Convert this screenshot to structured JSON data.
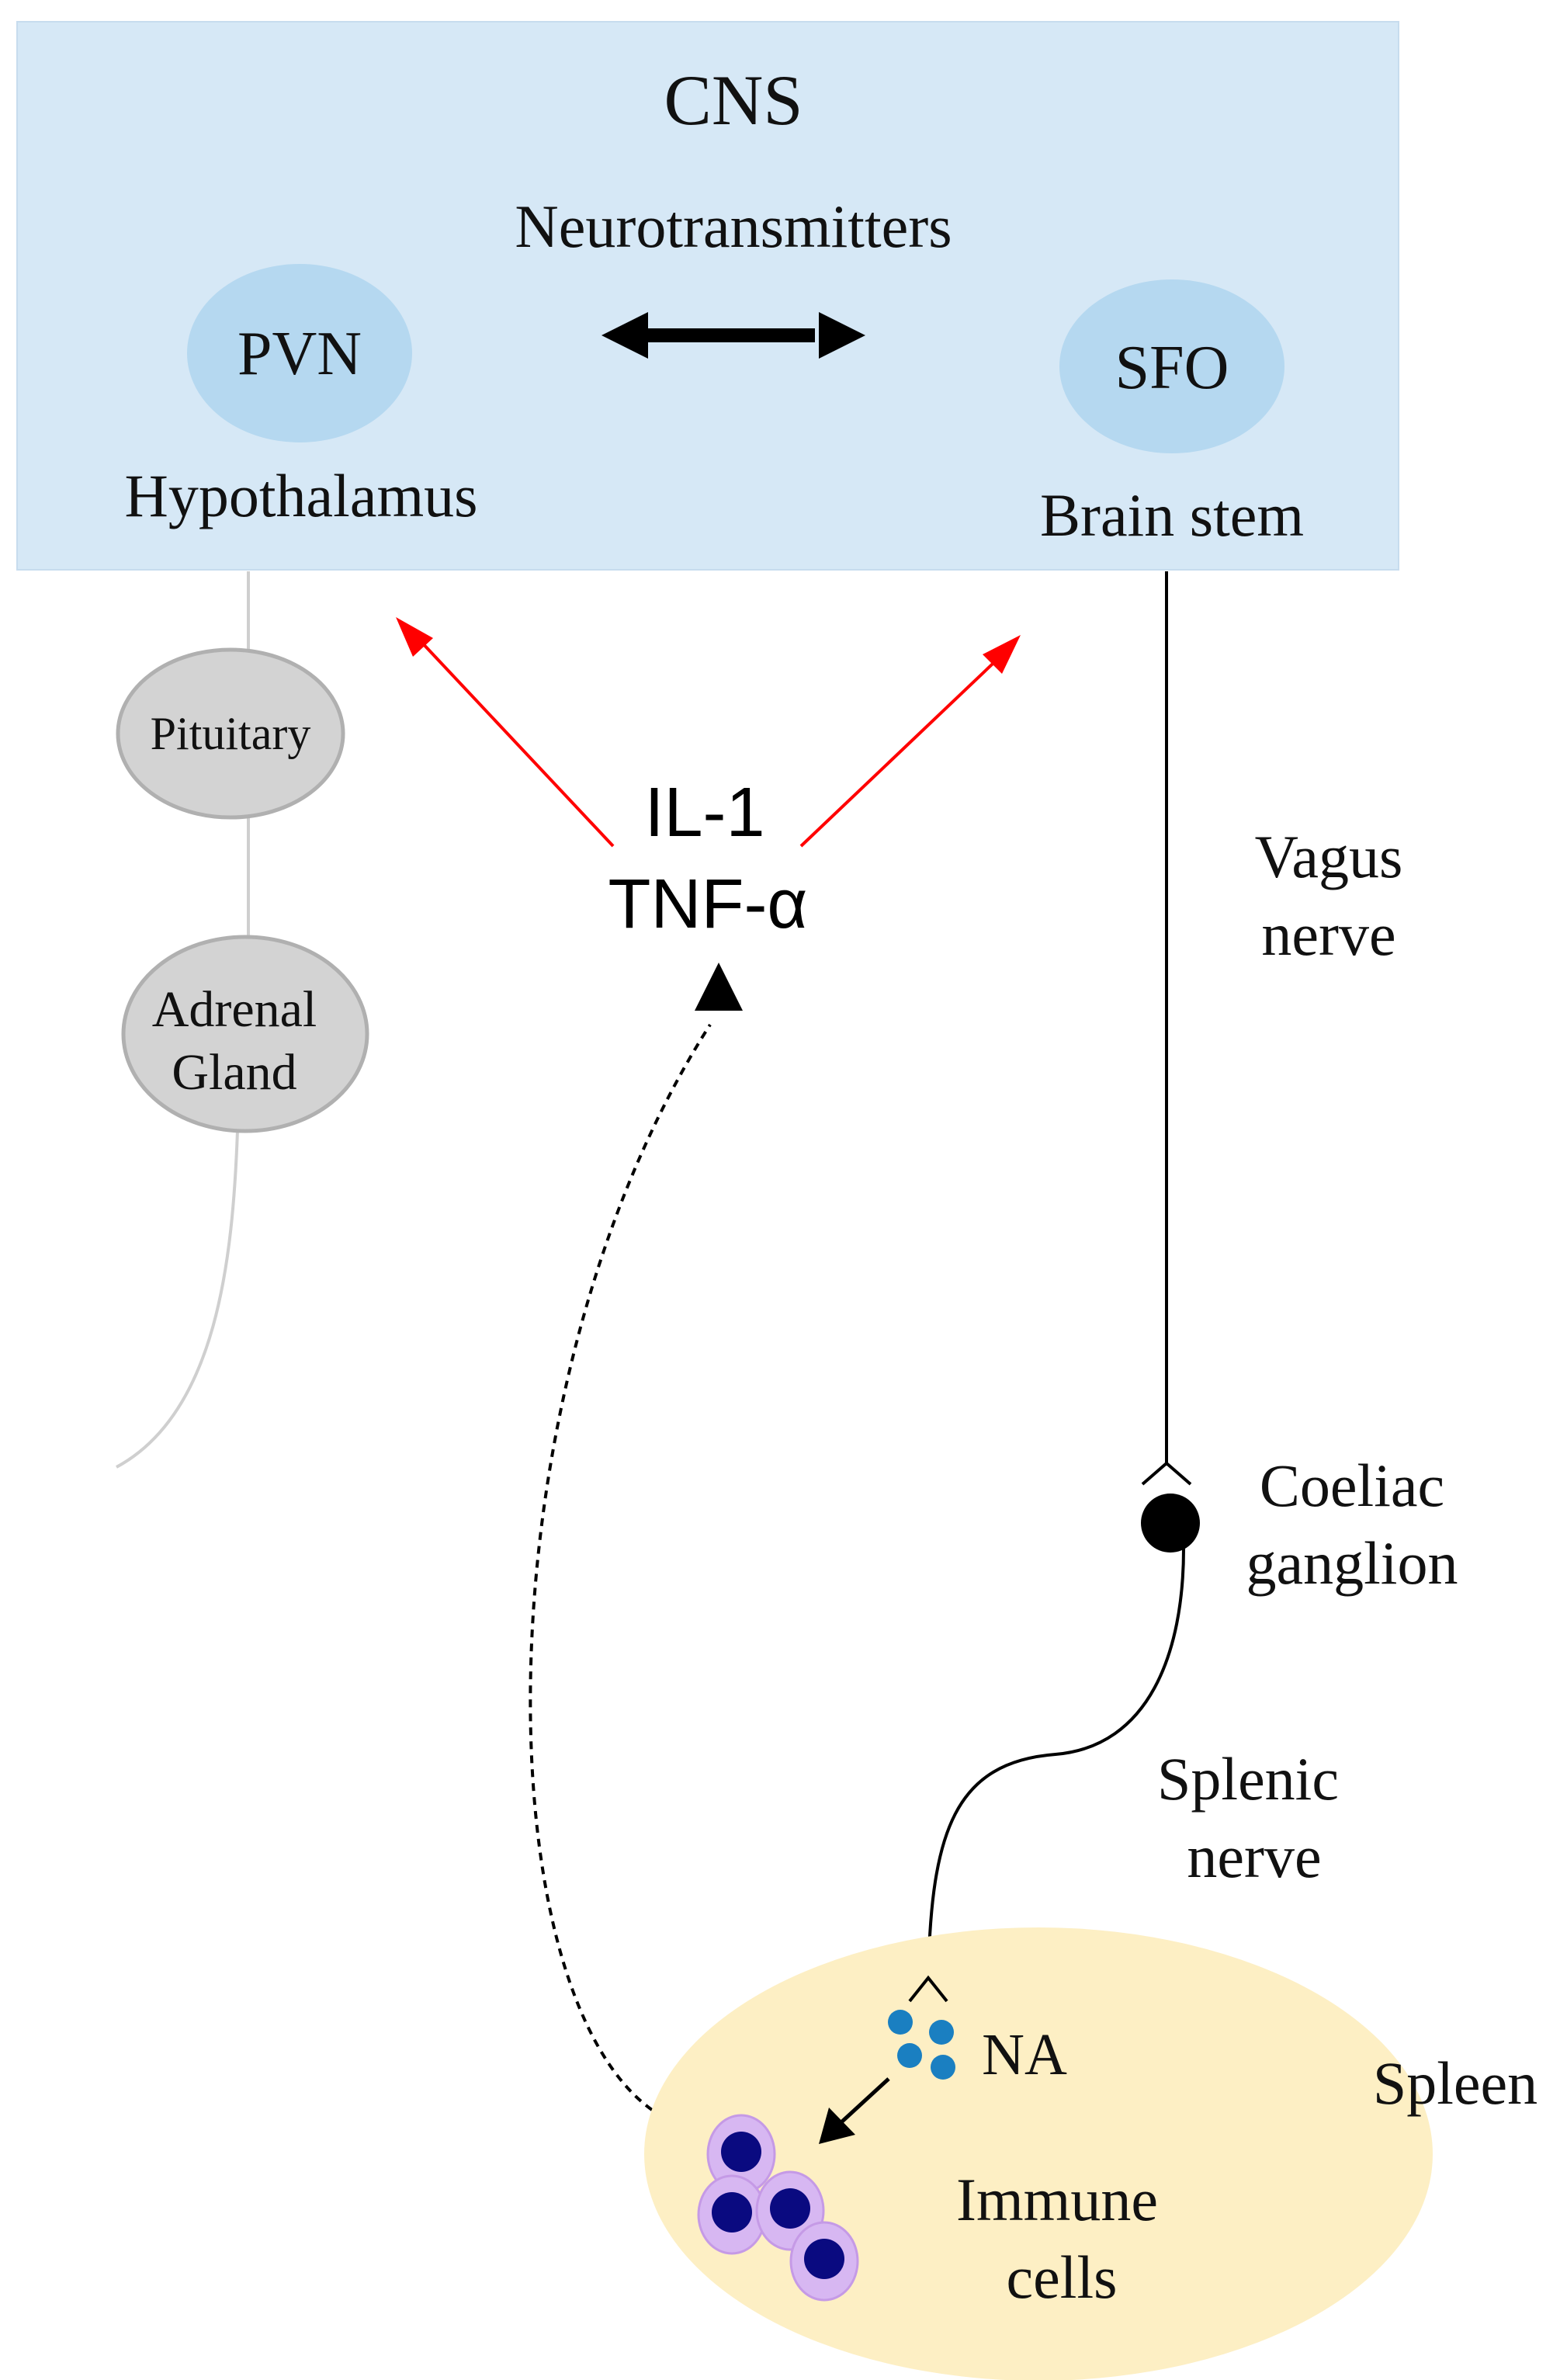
{
  "cns": {
    "title": "CNS",
    "neurotransmitters": "Neurotransmitters",
    "pvn": "PVN",
    "hypothalamus": "Hypothalamus",
    "sfo": "SFO",
    "brain_stem": "Brain stem"
  },
  "hpa": {
    "pituitary": "Pituitary",
    "adrenal_line1": "Adrenal",
    "adrenal_line2": "Gland"
  },
  "cytokines": {
    "line1": "IL-1",
    "line2": "TNF-α"
  },
  "nerves": {
    "vagus_line1": "Vagus",
    "vagus_line2": "nerve",
    "coeliac_line1": "Coeliac",
    "coeliac_line2": "ganglion",
    "splenic_line1": "Splenic",
    "splenic_line2": "nerve"
  },
  "spleen": {
    "label": "Spleen",
    "na": "NA",
    "immune_line1": "Immune",
    "immune_line2": "cells"
  },
  "colors": {
    "cns_box": "#d6e8f6",
    "nucleus": "#b5d8f0",
    "gland_fill": "#d3d3d3",
    "gland_stroke": "#b0b0b0",
    "cytokine_arrow": "#ff0000",
    "spleen": "#fdefc4",
    "na_dots": "#1a7fc1",
    "immune_cell_outer": "#d7b7f2",
    "immune_cell_nucleus": "#0a0a80"
  }
}
